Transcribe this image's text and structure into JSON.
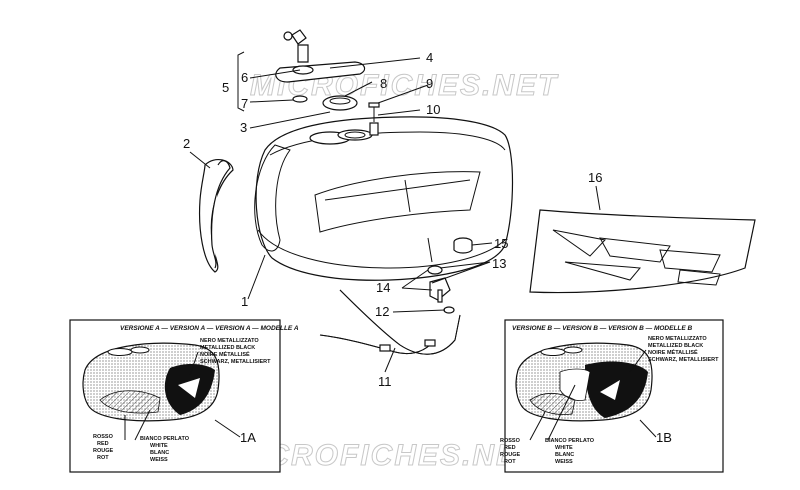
{
  "watermark": {
    "top": "MICROFICHES.NET",
    "bottom": "MICROFICHES.NET"
  },
  "callouts": {
    "c1": "1",
    "c2": "2",
    "c3": "3",
    "c4": "4",
    "c5": "5",
    "c6": "6",
    "c7": "7",
    "c8": "8",
    "c9": "9",
    "c10": "10",
    "c11": "11",
    "c12": "12",
    "c13": "13",
    "c14": "14",
    "c15": "15",
    "c16": "16",
    "c1a": "1A",
    "c1b": "1B"
  },
  "version_a": {
    "header": "VERSIONE A — VERSION A — VERSION A — MODELLE A",
    "black_label": [
      "NERO METALLIZZATO",
      "METALLIZED BLACK",
      "NOIRE MÉTALLISÉ",
      "SCHWARZ, METALLISIERT"
    ],
    "red_label": [
      "ROSSO",
      "RED",
      "ROUGE",
      "ROT"
    ],
    "white_label": [
      "BIANCO PERLATO",
      "WHITE",
      "BLANC",
      "WEISS"
    ]
  },
  "version_b": {
    "header": "VERSIONE B — VERSION B — VERSION B — MODELLE B",
    "black_label": [
      "NERO METALLIZZATO",
      "METALLIZED BLACK",
      "NOIRE MÉTALLISÉ",
      "SCHWARZ, METALLISIERT"
    ],
    "red_label": [
      "ROSSO",
      "RED",
      "ROUGE",
      "ROT"
    ],
    "white_label": [
      "BIANCO PERLATO",
      "WHITE",
      "BLANC",
      "WEISS"
    ]
  }
}
